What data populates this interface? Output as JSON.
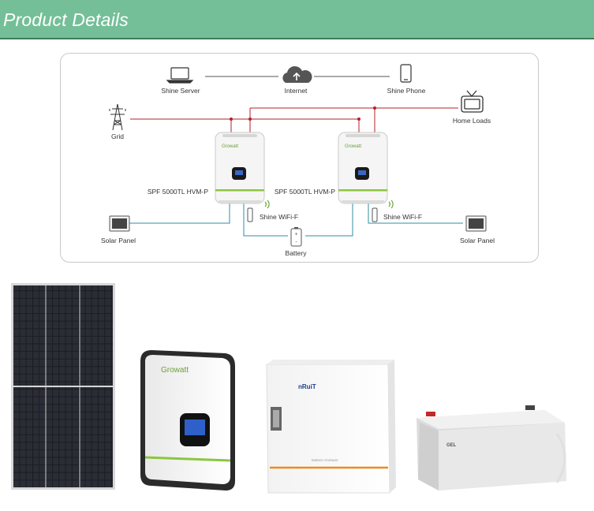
{
  "header": {
    "title": "Product Details"
  },
  "diagram": {
    "nodes": {
      "shine_server": "Shine Server",
      "internet": "Internet",
      "shine_phone": "Shine Phone",
      "grid": "Grid",
      "home_loads": "Home Loads",
      "inverter_left": "SPF 5000TL HVM-P",
      "inverter_right": "SPF 5000TL HVM-P",
      "wifi_left": "Shine WiFi-F",
      "wifi_right": "Shine WiFi-F",
      "solar_left": "Solar Panel",
      "solar_right": "Solar Panel",
      "battery": "Battery"
    },
    "brand": "Growatt",
    "colors": {
      "ac_line": "#b3202a",
      "dc_line": "#2e8fa3",
      "data_line": "#555555",
      "accent_green": "#8cc63f"
    }
  },
  "products": {
    "inverter_brand": "Growatt",
    "battery_cabinet_brand": "nRuiT",
    "battery_cabinet_sub": "ENERGY STORAGE",
    "gel_battery_label": "GEL"
  },
  "colors": {
    "header_bg": "#74bf98",
    "header_border": "#3e7a5a"
  }
}
